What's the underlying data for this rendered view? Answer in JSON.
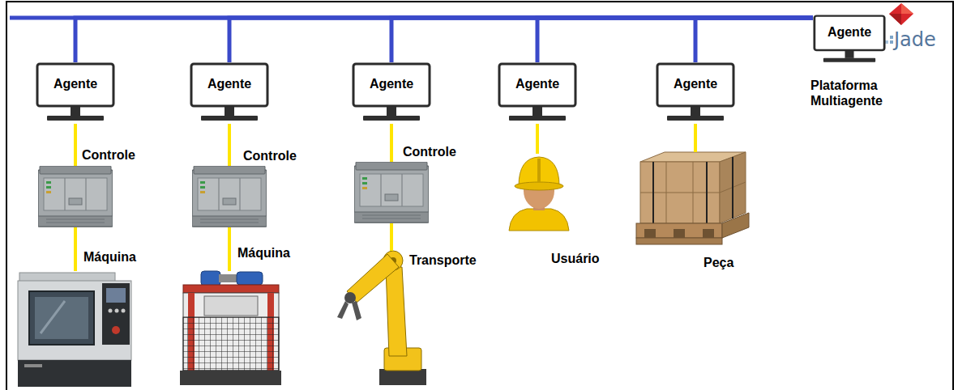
{
  "diagram": {
    "nodes": [
      {
        "text": [
          "Agente"
        ]
      },
      {
        "text": [
          "Agente"
        ]
      },
      {
        "text": [
          "Agente"
        ]
      },
      {
        "text": [
          "Agente"
        ]
      },
      {
        "text": [
          "Agente"
        ]
      },
      {
        "text": [
          "Agente",
          "Plataforma Multiagente"
        ]
      },
      {
        "text": [
          "Controle"
        ]
      },
      {
        "text": [
          "Controle"
        ]
      },
      {
        "text": [
          "Controle"
        ]
      },
      {
        "text": [
          "Máquina"
        ]
      },
      {
        "text": [
          "Máquina"
        ]
      },
      {
        "text": [
          "Transporte"
        ]
      },
      {
        "text": [
          "Usuário"
        ]
      },
      {
        "text": [
          "Peça"
        ]
      }
    ],
    "edges": [
      {
        "from": 5,
        "to": 0,
        "arrow": "none"
      },
      {
        "from": 5,
        "to": 1,
        "arrow": "none"
      },
      {
        "from": 5,
        "to": 2,
        "arrow": "none"
      },
      {
        "from": 5,
        "to": 3,
        "arrow": "none"
      },
      {
        "from": 5,
        "to": 4,
        "arrow": "none"
      },
      {
        "from": 0,
        "to": 6,
        "arrow": "none"
      },
      {
        "from": 6,
        "to": 9,
        "arrow": "none"
      },
      {
        "from": 1,
        "to": 7,
        "arrow": "none"
      },
      {
        "from": 7,
        "to": 10,
        "arrow": "none"
      },
      {
        "from": 2,
        "to": 8,
        "arrow": "none"
      },
      {
        "from": 8,
        "to": 11,
        "arrow": "none"
      },
      {
        "from": 3,
        "to": 12,
        "arrow": "none"
      },
      {
        "from": 4,
        "to": 13,
        "arrow": "none"
      }
    ],
    "labels": [
      "Jade"
    ]
  }
}
